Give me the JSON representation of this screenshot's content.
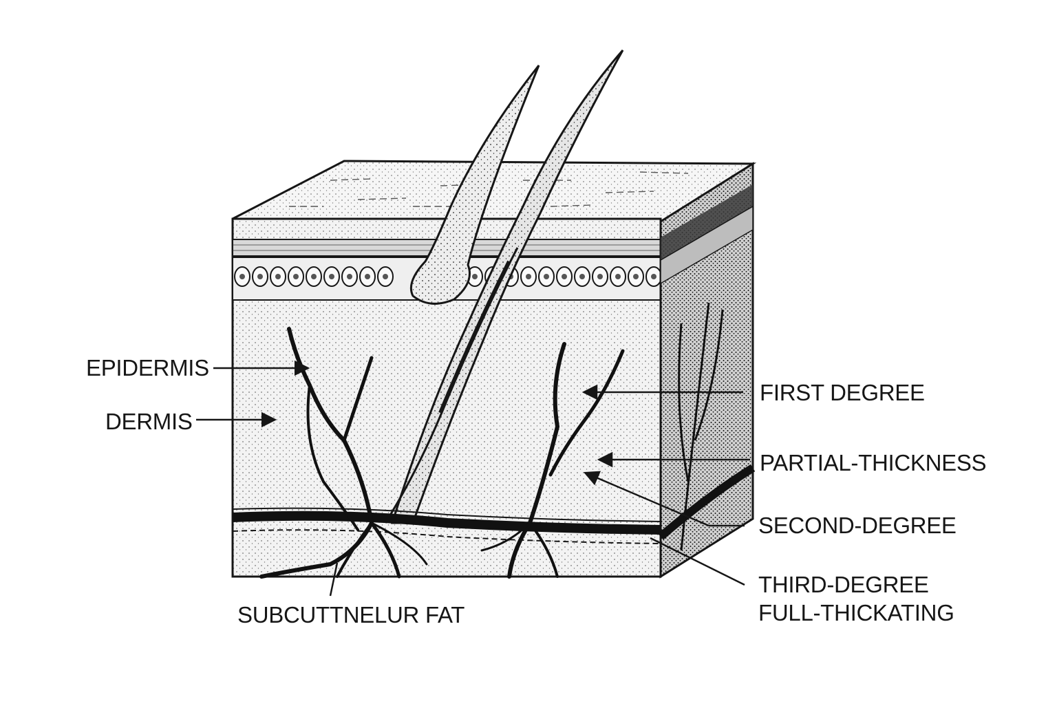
{
  "diagram": {
    "labels": {
      "epidermis": "EPIDERMIS",
      "dermis": "DERMIS",
      "first_degree": "FIRST  DEGREE",
      "partial_thickness": "PARTIAL-THICKNESS",
      "second_degree": "SECOND-DEGREE",
      "third_degree": "THIRD-DEGREE",
      "full_thickness": "FULL-THICKATING",
      "subcutaneous_fat": "SUBCUTTNELUR FAT"
    },
    "colors": {
      "ink": "#161616",
      "paper": "#ffffff",
      "dermis_fill": "#f1f1f1",
      "side_face_fill": "#9a9a9a"
    }
  }
}
